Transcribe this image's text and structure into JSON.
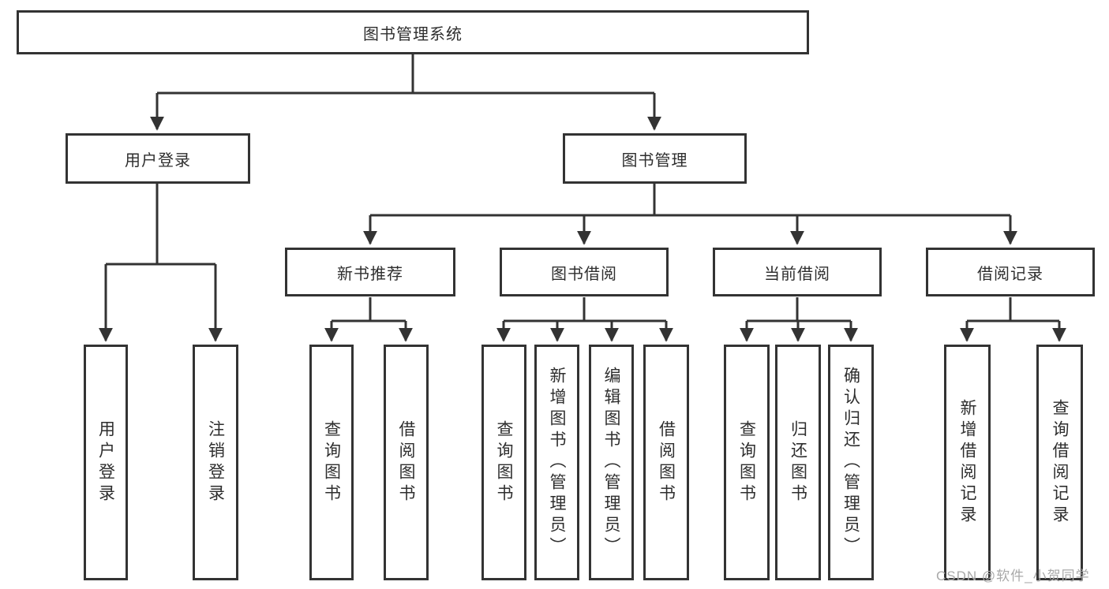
{
  "colors": {
    "line": "#333333",
    "box_border": "#333333",
    "text": "#2e2e2e",
    "watermark": "#a9a9a9",
    "background": "#ffffff"
  },
  "watermark": {
    "text": "CSDN @软件_小贺同学"
  },
  "diagram": {
    "type": "tree",
    "root": {
      "label": "图书管理系统"
    },
    "branches": [
      {
        "label": "用户登录",
        "children": [
          {
            "label": "用户登录"
          },
          {
            "label": "注销登录"
          }
        ]
      },
      {
        "label": "图书管理",
        "children": [
          {
            "label": "新书推荐",
            "children": [
              {
                "label": "查询图书"
              },
              {
                "label": "借阅图书"
              }
            ]
          },
          {
            "label": "图书借阅",
            "children": [
              {
                "label": "查询图书"
              },
              {
                "label": "新增图书（管理员）"
              },
              {
                "label": "编辑图书（管理员）"
              },
              {
                "label": "借阅图书"
              }
            ]
          },
          {
            "label": "当前借阅",
            "children": [
              {
                "label": "查询图书"
              },
              {
                "label": "归还图书"
              },
              {
                "label": "确认归还（管理员）"
              }
            ]
          },
          {
            "label": "借阅记录",
            "children": [
              {
                "label": "新增借阅记录"
              },
              {
                "label": "查询借阅记录"
              }
            ]
          }
        ]
      }
    ]
  }
}
